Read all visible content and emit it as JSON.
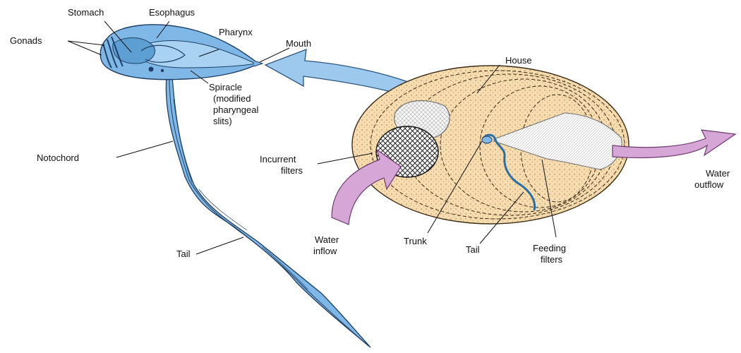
{
  "labels": {
    "stomach": "Stomach",
    "esophagus": "Esophagus",
    "gonads": "Gonads",
    "pharynx": "Pharynx",
    "mouth": "Mouth",
    "spiracle": [
      "Spiracle",
      "(modified",
      "pharyngeal",
      "slits)"
    ],
    "notochord": "Notochord",
    "tail_left": "Tail",
    "house": "House",
    "incurrent_filters": [
      "Incurrent",
      "filters"
    ],
    "water_inflow": [
      "Water",
      "inflow"
    ],
    "trunk": "Trunk",
    "tail_right": "Tail",
    "feeding_filters": [
      "Feeding",
      "filters"
    ],
    "water_outflow": [
      "Water",
      "outflow"
    ]
  },
  "colors": {
    "body_blue": "#7fb8e6",
    "body_outline": "#1f3f66",
    "house_fill": "#f6dcae",
    "arrow_pink": "#d6a6d6",
    "arrow_blue": "#9ec9ef"
  }
}
